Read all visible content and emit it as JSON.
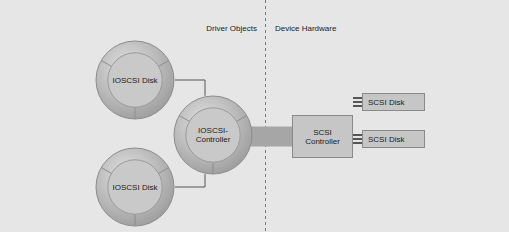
{
  "diagram": {
    "nodes": [
      {
        "text": [
          "IOSCSI Disk"
        ]
      },
      {
        "text": [
          "IOSCSI- Controller"
        ]
      },
      {
        "text": [
          "IOSCSI Disk"
        ]
      },
      {
        "text": [
          "SCSI Controller"
        ]
      },
      {
        "text": [
          "SCSI Disk"
        ]
      },
      {
        "text": [
          "SCSI Disk"
        ]
      }
    ],
    "edges": [
      {
        "from": 0,
        "to": 1,
        "arrow": "none"
      },
      {
        "from": 2,
        "to": 1,
        "arrow": "none"
      },
      {
        "from": 1,
        "to": 3,
        "arrow": "none"
      },
      {
        "from": 3,
        "to": 4,
        "arrow": "none"
      },
      {
        "from": 3,
        "to": 5,
        "arrow": "none"
      }
    ],
    "labels": [
      "Driver Objects",
      "Device Hardware"
    ]
  }
}
